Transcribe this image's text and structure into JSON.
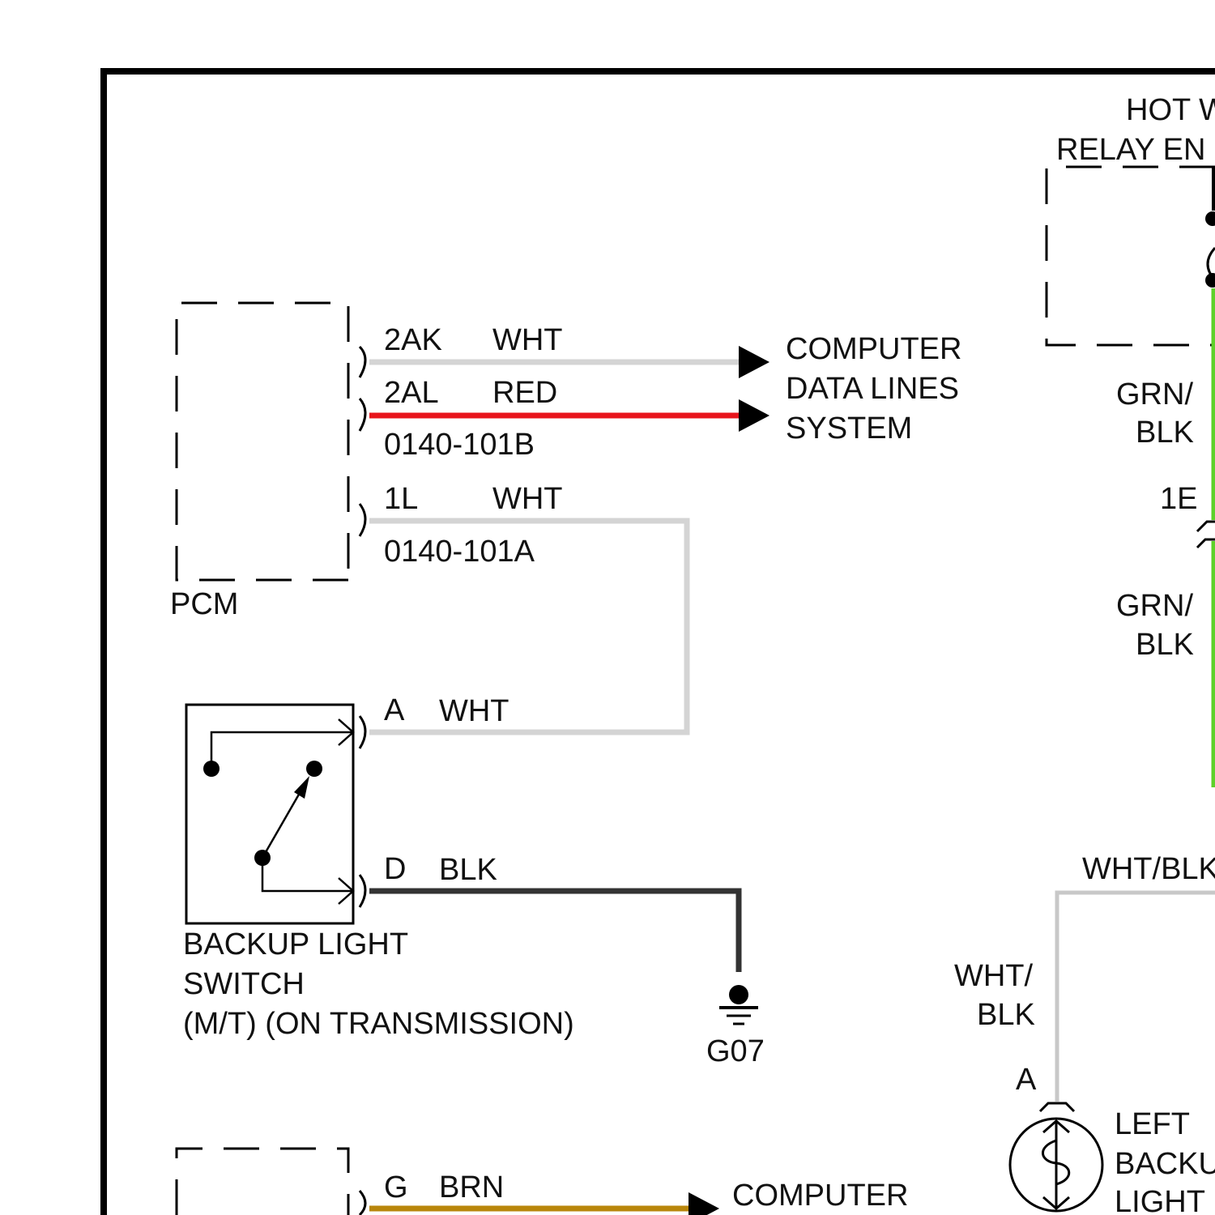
{
  "components": {
    "pcm": {
      "label": "PCM"
    },
    "backup_switch": {
      "label_lines": [
        "BACKUP LIGHT",
        "SWITCH",
        "(M/T) (ON TRANSMISSION)"
      ]
    },
    "relay_box": {
      "label_lines": [
        "HOT W",
        "RELAY EN"
      ]
    },
    "left_lamp": {
      "label_lines": [
        "LEFT",
        "BACKU",
        "LIGHT"
      ]
    },
    "ground": {
      "label": "G07"
    }
  },
  "destinations": {
    "computer_data_lines": {
      "label_lines": [
        "COMPUTER",
        "DATA LINES",
        "SYSTEM"
      ]
    },
    "computer_bottom": {
      "label": "COMPUTER"
    }
  },
  "connectors": {
    "pcm_b": "0140-101B",
    "pcm_a": "0140-101A"
  },
  "wires": [
    {
      "id": "2ak",
      "pin": "2AK",
      "color_name": "WHT",
      "stroke": "#d4d4d4"
    },
    {
      "id": "2al",
      "pin": "2AL",
      "color_name": "RED",
      "stroke": "#e8141b"
    },
    {
      "id": "1l",
      "pin": "1L",
      "color_name": "WHT",
      "stroke": "#d4d4d4"
    },
    {
      "id": "a",
      "pin": "A",
      "color_name": "WHT",
      "stroke": "#d4d4d4"
    },
    {
      "id": "d",
      "pin": "D",
      "color_name": "BLK",
      "stroke": "#333333"
    },
    {
      "id": "g",
      "pin": "G",
      "color_name": "BRN",
      "stroke": "#b8860b"
    }
  ],
  "right_side": {
    "grn_blk_upper": [
      "GRN/",
      "BLK"
    ],
    "pin_1e": "1E",
    "grn_blk_lower": [
      "GRN/",
      "BLK"
    ],
    "wht_blk_top": "WHT/BLK",
    "wht_blk_side": [
      "WHT/",
      "BLK"
    ],
    "lamp_pin": "A",
    "grn_stroke": "#5ed12a",
    "wht_blk_stroke": "#c8c8c8"
  }
}
